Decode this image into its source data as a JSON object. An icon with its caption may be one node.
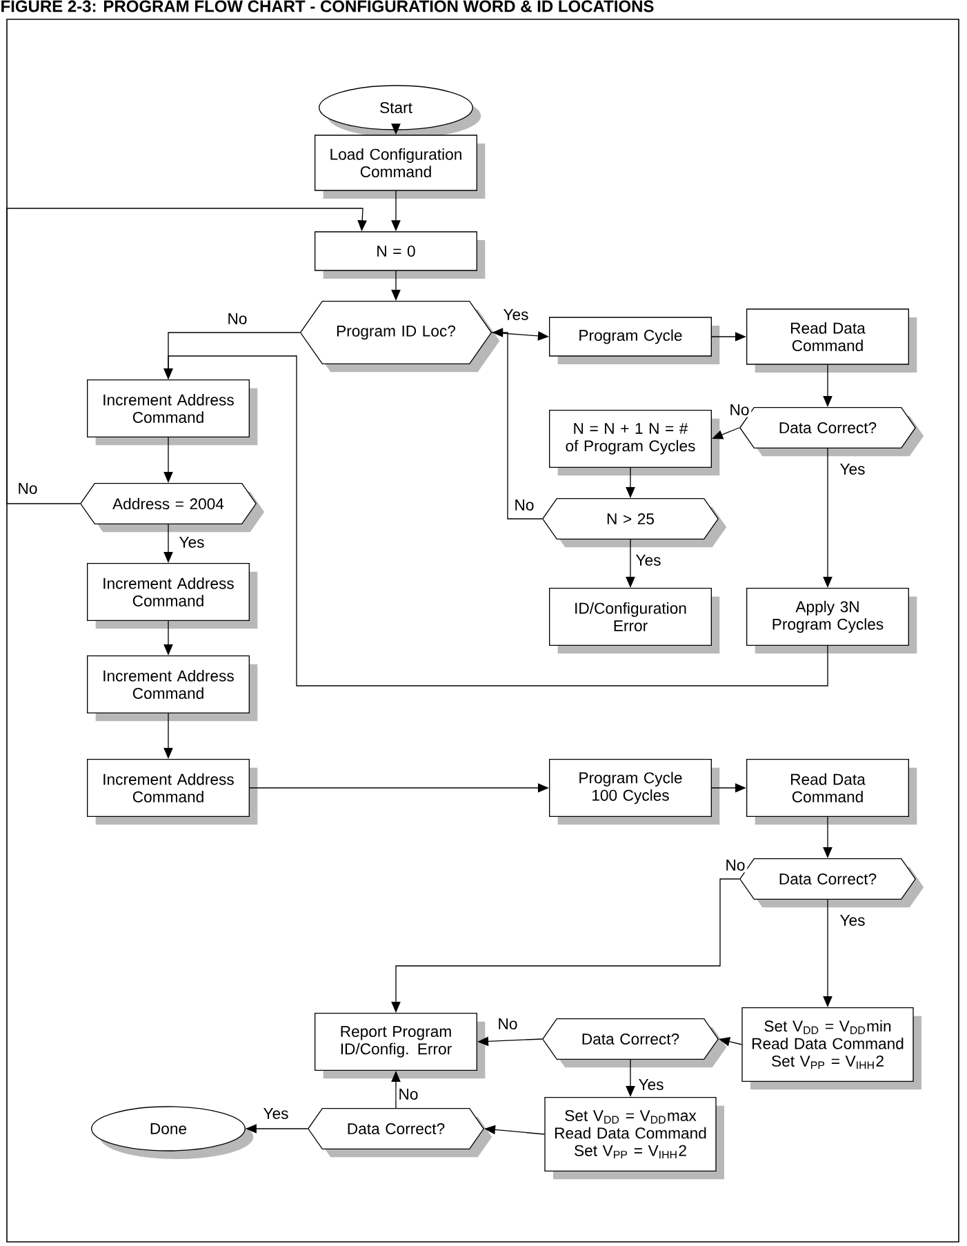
{
  "diagram": {
    "title": "FIGURE 2-3: PROGRAM FLOW CHART - CONFIGURATION WORD & ID LOCATIONS",
    "nodes": [
      {
        "text": [
          "Start"
        ]
      },
      {
        "text": [
          "Load Configuration Command"
        ]
      },
      {
        "text": [
          "N = 0"
        ]
      },
      {
        "text": [
          "Program ID Loc?"
        ]
      },
      {
        "text": [
          "Program Cycle"
        ]
      },
      {
        "text": [
          "Read Data Command"
        ]
      },
      {
        "text": [
          "Increment Address Command"
        ]
      },
      {
        "text": [
          "N = N + 1 N = # of Program Cycles"
        ]
      },
      {
        "text": [
          "Data Correct?"
        ]
      },
      {
        "text": [
          "Address = 2004"
        ]
      },
      {
        "text": [
          "N > 25"
        ]
      },
      {
        "text": [
          "Increment Address Command"
        ]
      },
      {
        "text": [
          "ID/Configuration Error"
        ]
      },
      {
        "text": [
          "Apply 3N Program Cycles"
        ]
      },
      {
        "text": [
          "Increment Address Command"
        ]
      },
      {
        "text": [
          "Increment Address Command"
        ]
      },
      {
        "text": [
          "Program Cycle 100 Cycles"
        ]
      },
      {
        "text": [
          "Read Data Command"
        ]
      },
      {
        "text": [
          "Data Correct?"
        ]
      },
      {
        "text": [
          "Report Program ID/Config. Error"
        ]
      },
      {
        "text": [
          "Data Correct?"
        ]
      },
      {
        "text": [
          "Set V$_{DD}$ = V$_{DD}$min Read Data Command Set V$_{PP}$ = V$_{IHH}$2"
        ]
      },
      {
        "text": [
          "Done"
        ]
      },
      {
        "text": [
          "Data Correct?"
        ]
      },
      {
        "text": [
          "Set V$_{DD}$ = V$_{DD}$max Read Data Command Set V$_{PP}$ = V$_{IHH}$2"
        ]
      }
    ],
    "edges": [
      {
        "from": 0,
        "to": 1,
        "arrow": "to"
      },
      {
        "from": 1,
        "to": 2,
        "arrow": "to"
      },
      {
        "from": 2,
        "to": 3,
        "arrow": "to"
      },
      {
        "from": 3,
        "to": 4,
        "arrow": "to",
        "label": "Yes"
      },
      {
        "from": 3,
        "to": 6,
        "arrow": "to",
        "label": "No"
      },
      {
        "from": 4,
        "to": 5,
        "arrow": "to"
      },
      {
        "from": 5,
        "to": 8,
        "arrow": "to"
      },
      {
        "from": 8,
        "to": 7,
        "arrow": "to",
        "label": "No"
      },
      {
        "from": 8,
        "to": 13,
        "arrow": "to",
        "label": "Yes"
      },
      {
        "from": 7,
        "to": 10,
        "arrow": "to"
      },
      {
        "from": 10,
        "to": 3,
        "arrow": "to",
        "label": "No"
      },
      {
        "from": 10,
        "to": 12,
        "arrow": "to",
        "label": "Yes"
      },
      {
        "from": 6,
        "to": 9,
        "arrow": "to"
      },
      {
        "from": 9,
        "to": 2,
        "arrow": "to",
        "label": "No"
      },
      {
        "from": 9,
        "to": 11,
        "arrow": "to",
        "label": "Yes"
      },
      {
        "from": 13,
        "to": 6,
        "arrow": "to"
      },
      {
        "from": 11,
        "to": 14,
        "arrow": "to"
      },
      {
        "from": 14,
        "to": 15,
        "arrow": "to"
      },
      {
        "from": 15,
        "to": 16,
        "arrow": "to"
      },
      {
        "from": 16,
        "to": 17,
        "arrow": "to"
      },
      {
        "from": 17,
        "to": 18,
        "arrow": "to"
      },
      {
        "from": 18,
        "to": 19,
        "arrow": "to",
        "label": "No"
      },
      {
        "from": 18,
        "to": 21,
        "arrow": "to",
        "label": "Yes"
      },
      {
        "from": 21,
        "to": 20,
        "arrow": "to"
      },
      {
        "from": 20,
        "to": 19,
        "arrow": "to",
        "label": "No"
      },
      {
        "from": 20,
        "to": 24,
        "arrow": "to",
        "label": "Yes"
      },
      {
        "from": 24,
        "to": 23,
        "arrow": "to"
      },
      {
        "from": 23,
        "to": 19,
        "arrow": "to",
        "label": "No"
      },
      {
        "from": 23,
        "to": 22,
        "arrow": "to",
        "label": "Yes"
      }
    ]
  }
}
